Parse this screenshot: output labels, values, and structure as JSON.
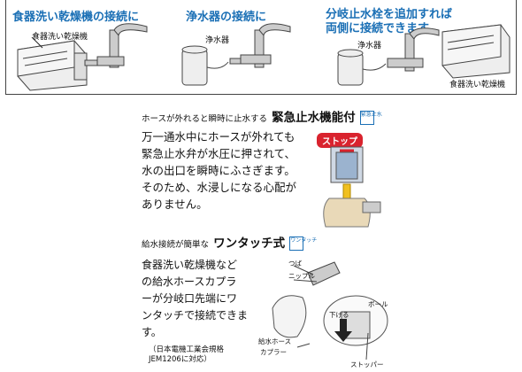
{
  "top": {
    "panels": [
      {
        "title": "食器洗い乾燥機の接続に",
        "label": "食器洗い乾燥機"
      },
      {
        "title": "浄水器の接続に",
        "label": "浄水器"
      },
      {
        "title_line1": "分岐止水栓を追加すれば",
        "title_line2": "両側に接続できます。",
        "label_a": "浄水器",
        "label_b": "食器洗い乾燥機"
      }
    ]
  },
  "emergency": {
    "prefix": "ホースが外れると瞬時に止水する",
    "title": "緊急止水機能付",
    "badge": "緊急止水",
    "stop_label": "ストップ",
    "lines": [
      "万一通水中にホースが外れても",
      "緊急止水弁が水圧に押されて、",
      "水の出口を瞬時にふさぎます。",
      "そのため、水浸しになる心配が",
      "ありません。"
    ]
  },
  "onetouch": {
    "prefix": "給水接続が簡単な",
    "title": "ワンタッチ式",
    "badge": "ワンタッチ",
    "lines": [
      "食器洗い乾燥機など",
      "の給水ホースカプラ",
      "ーが分岐口先端にワ",
      "ンタッチで接続できま",
      "す。"
    ],
    "note_line1": "（日本電機工業会規格",
    "note_line2": "JEM1206に対応）",
    "labels": {
      "tsuba": "つば",
      "nipple": "ニップル",
      "ball": "ボール",
      "push": "下げる",
      "hose1": "給水ホース",
      "hose2": "カプラー",
      "stopper": "ストッパー"
    }
  },
  "colors": {
    "accent": "#1a6fb5",
    "stop": "#d9232e",
    "arrow": "#f0c020"
  }
}
